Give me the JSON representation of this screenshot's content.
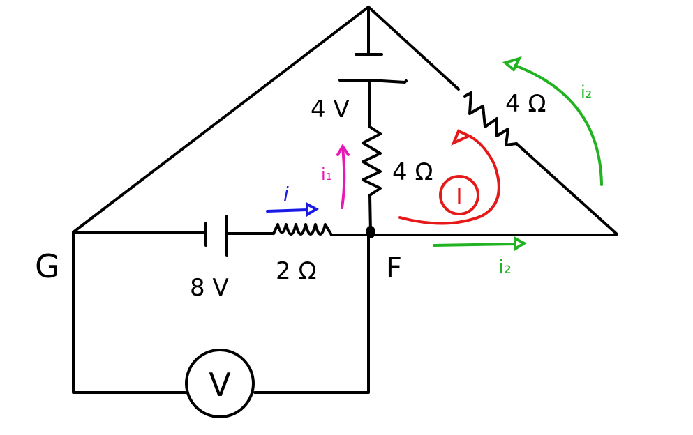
{
  "diagram": {
    "nodes": {
      "g": "G",
      "f": "F"
    },
    "components": {
      "battery_top": "4 V",
      "resistor_middle": "4 Ω",
      "resistor_right": "4 Ω",
      "battery_left": "8 V",
      "resistor_left": "2 Ω",
      "voltmeter": "V"
    },
    "currents": {
      "i": "i",
      "i1": "i₁",
      "i2_bottom": "i₂",
      "i2_right": "i₂",
      "loop": "I"
    },
    "colors": {
      "wire": "#000000",
      "current_i": "#1a1ae6",
      "current_i1": "#e619b4",
      "current_i2": "#22b322",
      "loop": "#e61919"
    }
  }
}
